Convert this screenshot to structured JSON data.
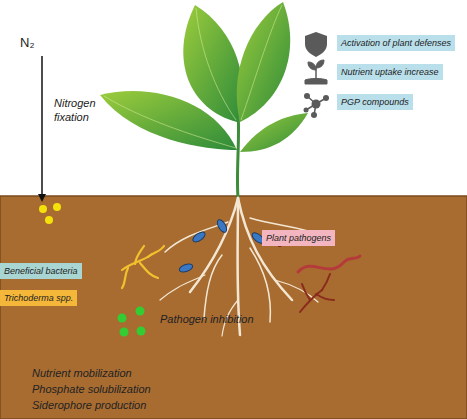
{
  "diagram": {
    "nodes": [
      {
        "text": [
          "Activation of plant defenses"
        ]
      },
      {
        "text": [
          "Nutrient uptake increase"
        ]
      },
      {
        "text": [
          "PGP compounds"
        ]
      },
      {
        "text": [
          "Plant pathogens"
        ]
      },
      {
        "text": [
          "Beneficial bacteria"
        ]
      },
      {
        "text": [
          "Trichoderma spp."
        ]
      }
    ],
    "labels": [
      "N₂",
      "Nitrogen fixation",
      "Pathogen inhibition",
      "Nutrient mobilization",
      "Phosphate solubilization",
      "Siderophore production"
    ]
  }
}
